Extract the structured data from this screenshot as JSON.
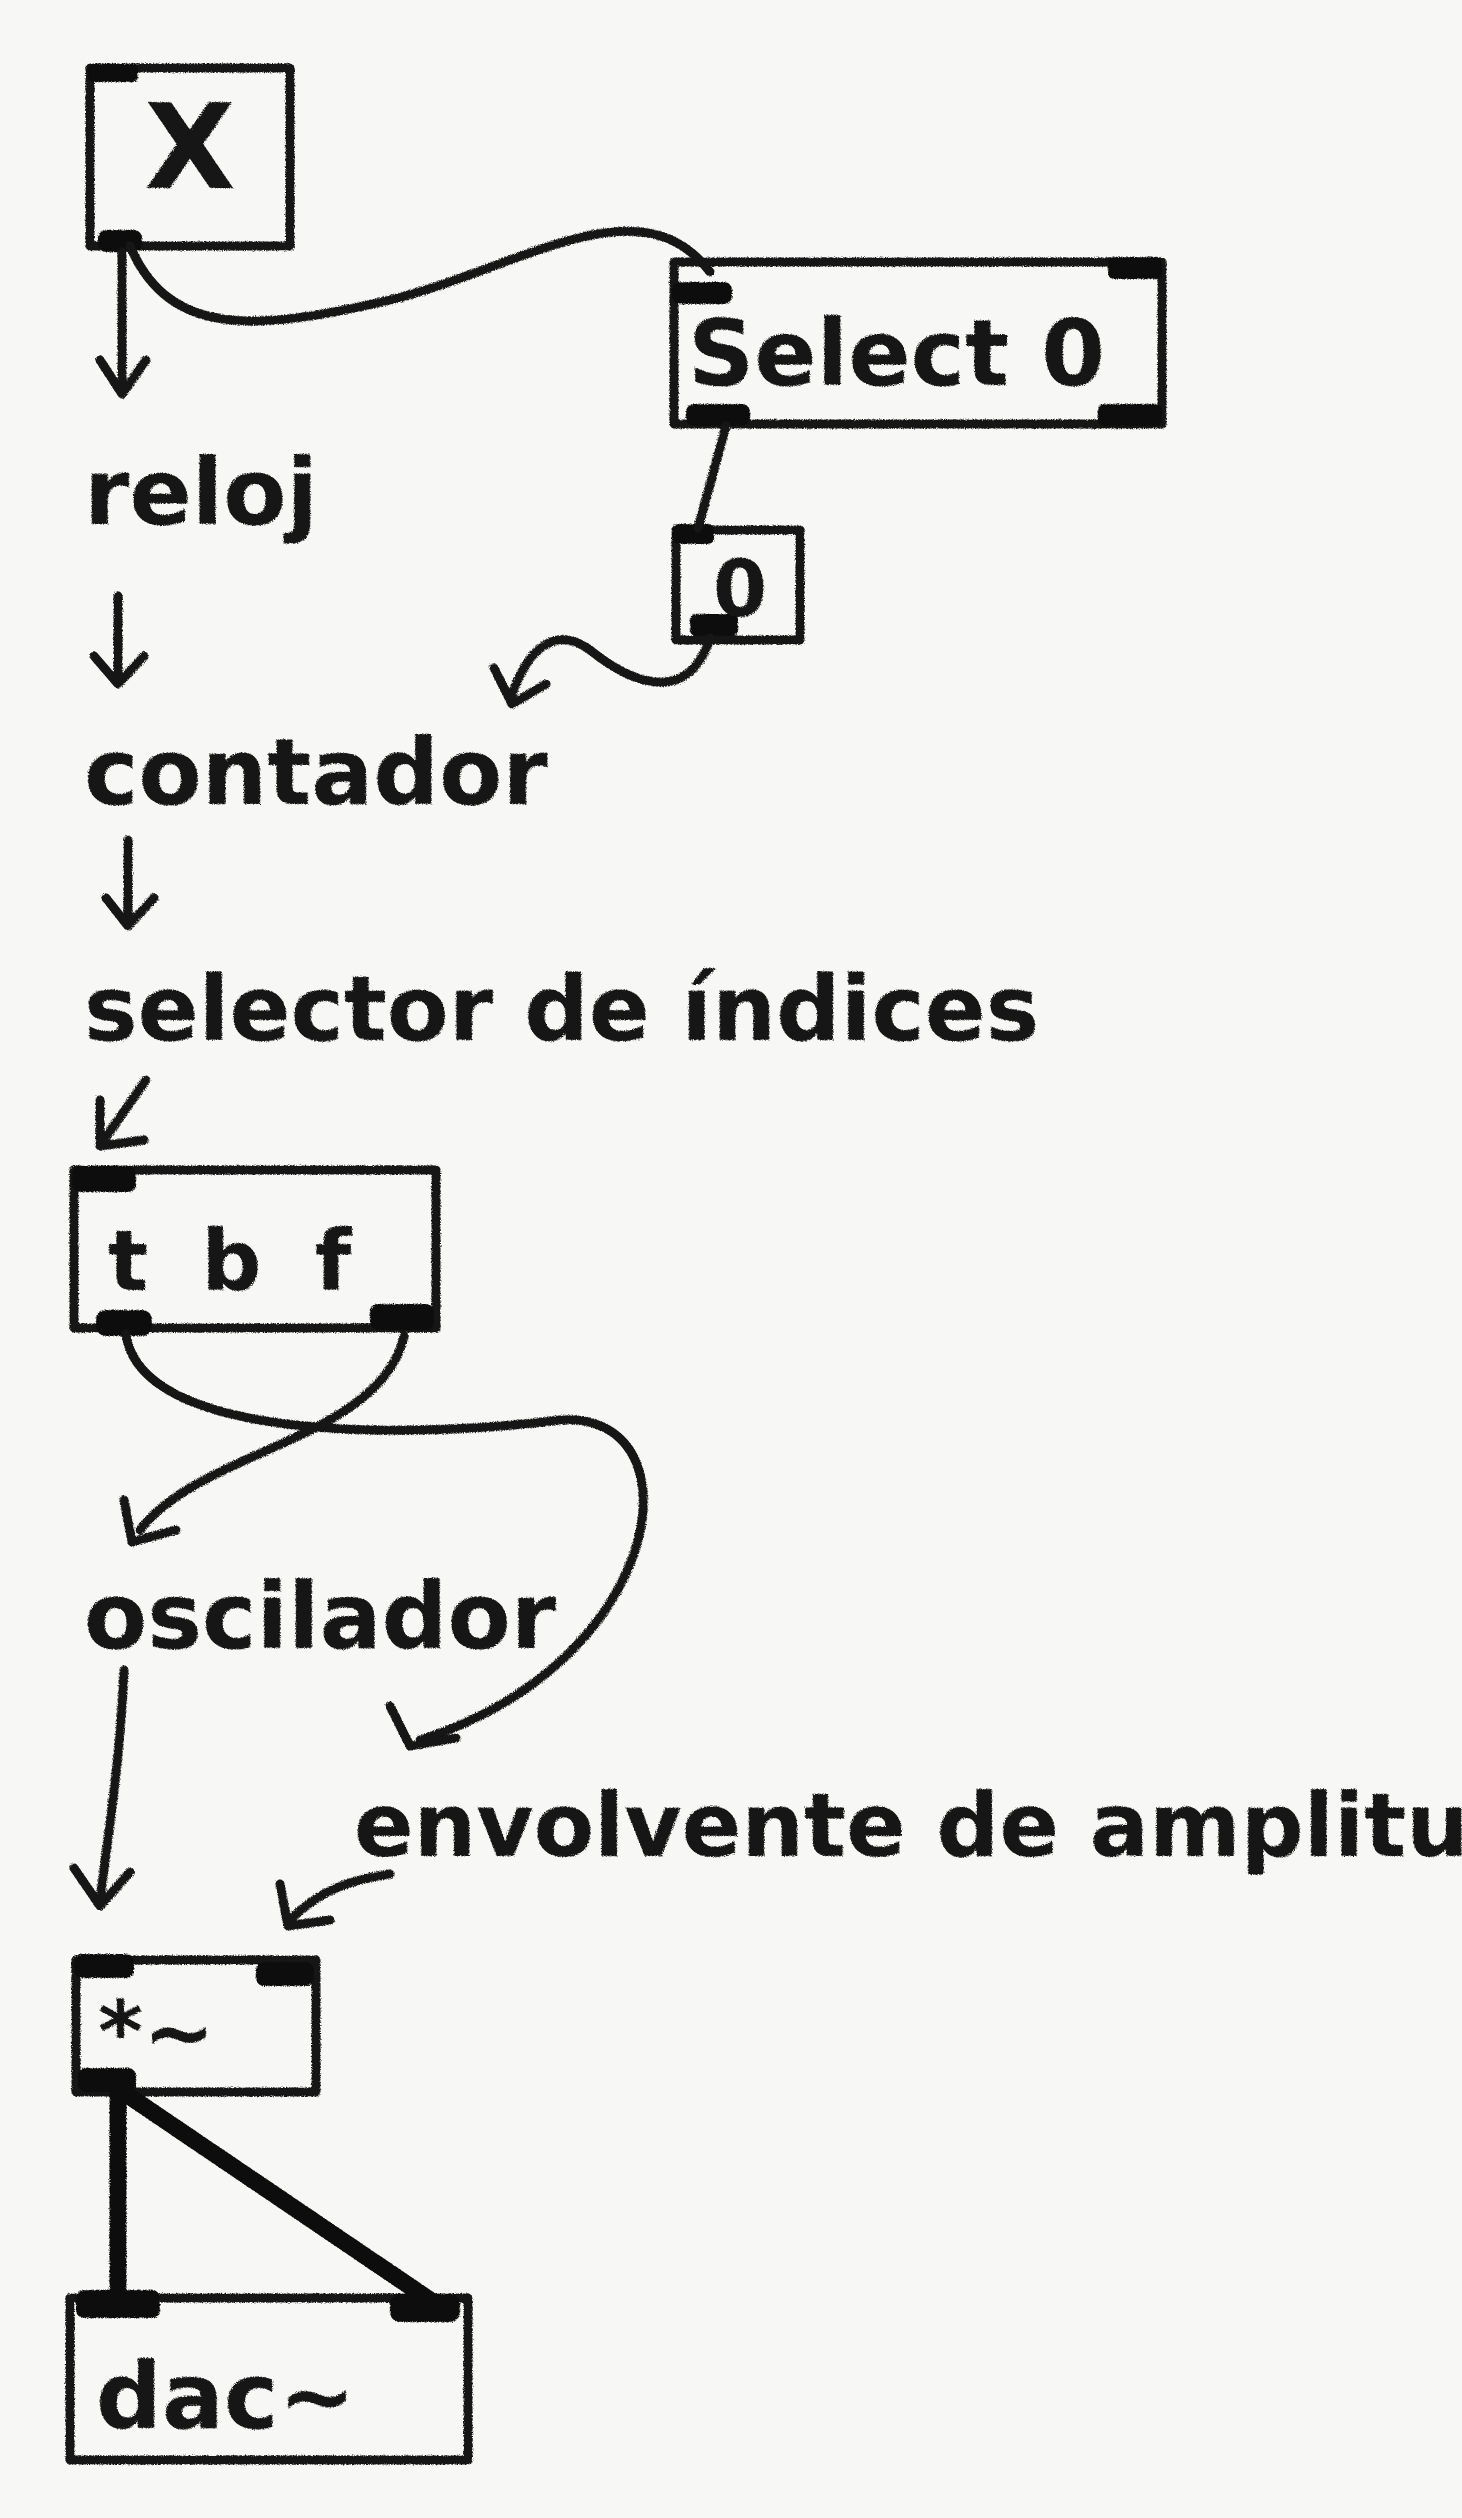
{
  "boxes": {
    "toggle": "X",
    "select": "Select 0",
    "message": "0",
    "trigger": "t b f",
    "multiply": "*~",
    "dac": "dac~"
  },
  "labels": {
    "clock": "reloj",
    "counter": "contador",
    "index_selector": "selector de índices",
    "oscillator": "oscilador",
    "envelope": "envolvente de amplitud"
  }
}
